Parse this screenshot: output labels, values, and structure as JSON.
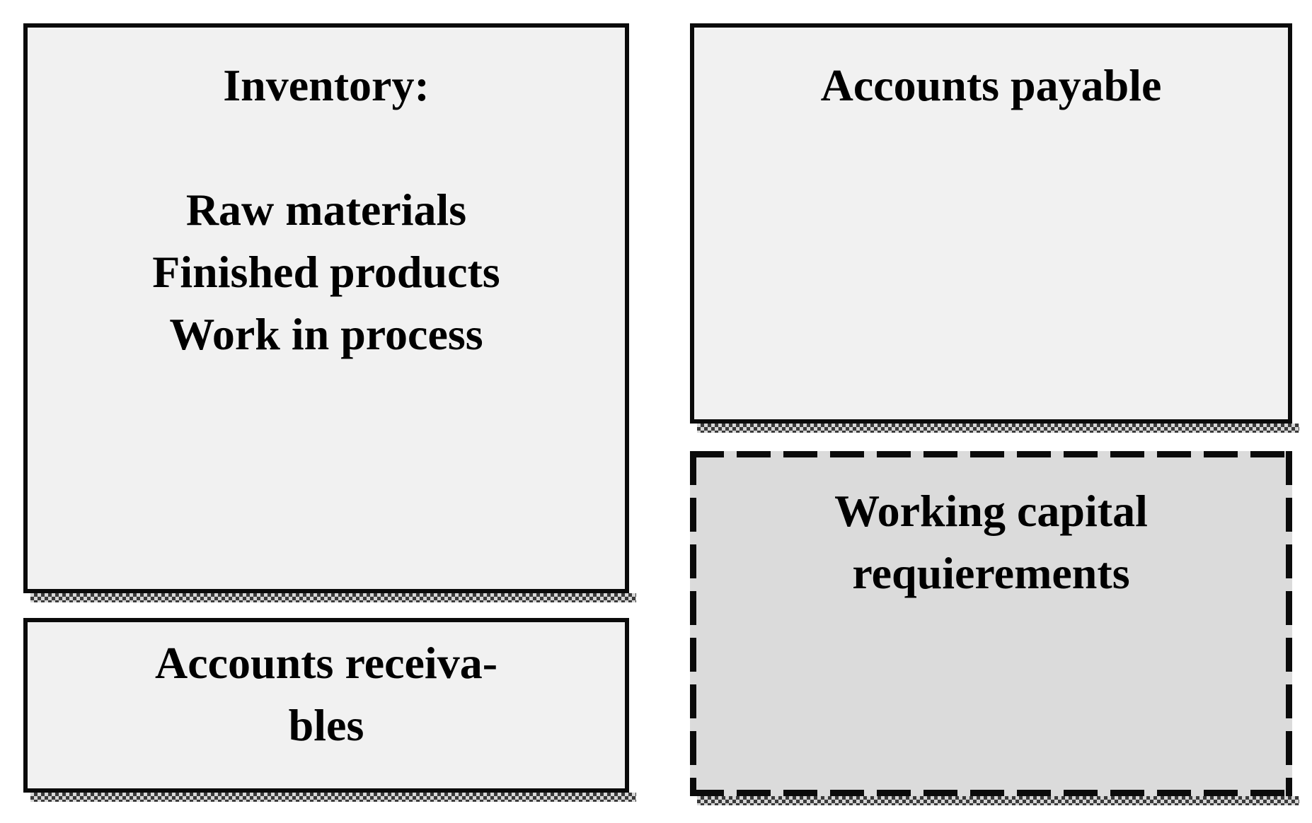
{
  "diagram": {
    "boxes": {
      "inventory": {
        "title": "Inventory:",
        "items": [
          "Raw materials",
          "Finished products",
          "Work in process"
        ]
      },
      "accounts_payable": {
        "title": "Accounts payable"
      },
      "accounts_receivables": {
        "lines": [
          "Accounts receiva-",
          "bles"
        ]
      },
      "working_capital": {
        "lines": [
          "Working capital",
          "requierements"
        ]
      }
    },
    "colors": {
      "background": "#ffffff",
      "box_fill": "#f1f1f1",
      "working_capital_fill": "#dbdbdb",
      "border": "#0b0b0b",
      "text": "#000000",
      "shadow_dark": "#3b3b3b",
      "shadow_light": "#d6d6d6"
    }
  }
}
